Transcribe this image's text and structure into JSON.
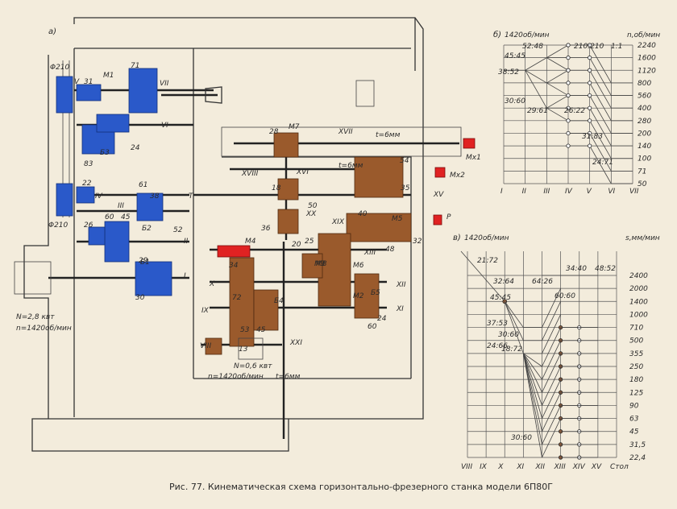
{
  "caption": "Рис. 77. Кинематическая схема горизонтально-фрезерного станка модели 6П80Г",
  "panel_a": {
    "label": "а)",
    "motor_main": {
      "power": "N=2,8 квт",
      "speed": "n=1420об/мин"
    },
    "motor_feed": {
      "power": "N=0,6 квт",
      "speed": "n=1420об/мин"
    },
    "pulley_top": "Φ210",
    "pulley_bottom": "Φ210",
    "screws": {
      "xvii": "t=6мм",
      "xviii": "t=6мм",
      "xxi": "t=6мм"
    },
    "shafts": [
      "I",
      "II",
      "III",
      "IV",
      "V",
      "VI",
      "VII",
      "VIII",
      "IX",
      "X",
      "XI",
      "XII",
      "XIII",
      "XV",
      "XVI",
      "XVII",
      "XVIII",
      "XIX",
      "XX",
      "XXI"
    ],
    "couplings": [
      "M1",
      "M2",
      "M3",
      "M4",
      "M5",
      "M6",
      "M7",
      "M8",
      "Mx1",
      "Mx2",
      "P",
      "T"
    ],
    "blocks": [
      "Б1",
      "Б2",
      "Б3",
      "Б4",
      "Б5"
    ],
    "gear_numbers": [
      "31",
      "71",
      "24",
      "83",
      "22",
      "61",
      "38",
      "26",
      "60",
      "45",
      "52",
      "29",
      "30",
      "36",
      "28",
      "18",
      "50",
      "54",
      "35",
      "48",
      "32",
      "40",
      "25",
      "20",
      "34",
      "72",
      "53",
      "13",
      "45",
      "60",
      "24"
    ]
  },
  "panel_b": {
    "label": "б)",
    "input_speed": "1420об/мин",
    "unit": "n,об/мин",
    "ratios": [
      "45:45",
      "52:48",
      "38:52",
      "30:60",
      "29:61",
      "210:210",
      "26:22",
      "31:83",
      "24:71",
      "1:1"
    ],
    "speeds": [
      "2240",
      "1600",
      "1120",
      "800",
      "560",
      "400",
      "280",
      "200",
      "140",
      "100",
      "71",
      "50"
    ],
    "shafts": [
      "I",
      "II",
      "III",
      "IV",
      "V",
      "VI",
      "VII"
    ]
  },
  "panel_v": {
    "label": "в)",
    "input_speed": "1420об/мин",
    "unit": "s,мм/мин",
    "ratios": [
      "21:72",
      "32:64",
      "45:45",
      "37:53",
      "30:60",
      "24:66",
      "18:72",
      "64:26",
      "60:60",
      "34:40",
      "48:52",
      "30:60"
    ],
    "feeds": [
      "2400",
      "2000",
      "1400",
      "1000",
      "710",
      "500",
      "355",
      "250",
      "180",
      "125",
      "90",
      "63",
      "45",
      "31,5",
      "22,4"
    ],
    "shafts": [
      "VIII",
      "IX",
      "X",
      "XI",
      "XII",
      "XIII",
      "XIV",
      "XV",
      "Стол"
    ]
  }
}
